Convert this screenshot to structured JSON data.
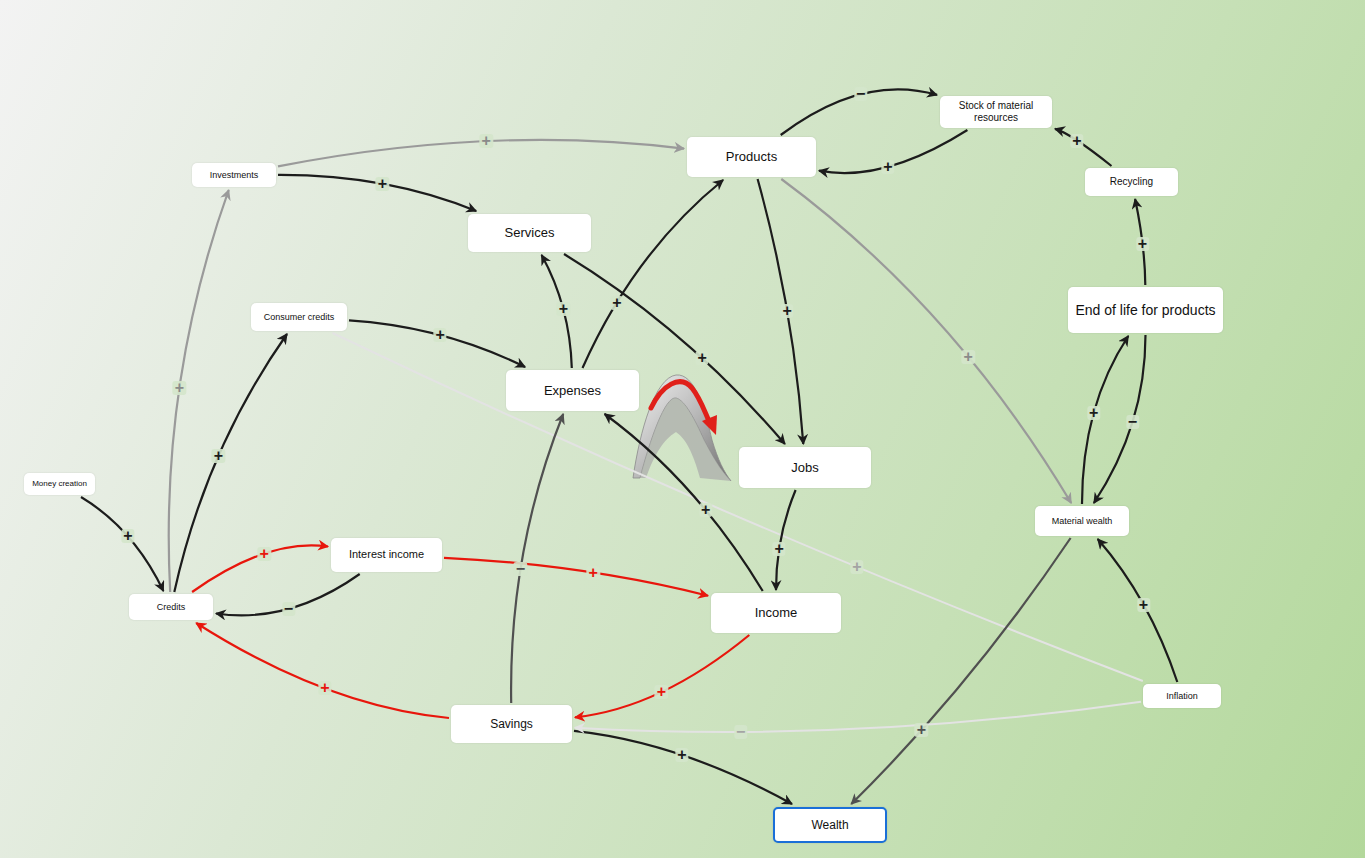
{
  "diagram": {
    "nodes": [
      {
        "text": [
          "Stock of material resources"
        ]
      },
      {
        "text": [
          "Products"
        ]
      },
      {
        "text": [
          "Investments"
        ]
      },
      {
        "text": [
          "Recycling"
        ]
      },
      {
        "text": [
          "Services"
        ]
      },
      {
        "text": [
          "End of life for products"
        ]
      },
      {
        "text": [
          "Consumer credits"
        ]
      },
      {
        "text": [
          "Expenses"
        ]
      },
      {
        "text": [
          "Jobs"
        ]
      },
      {
        "text": [
          "Money creation"
        ]
      },
      {
        "text": [
          "Material wealth"
        ]
      },
      {
        "text": [
          "Interest income"
        ]
      },
      {
        "text": [
          "Credits"
        ]
      },
      {
        "text": [
          "Income"
        ]
      },
      {
        "text": [
          "Inflation"
        ]
      },
      {
        "text": [
          "Savings"
        ]
      },
      {
        "text": [
          "Wealth"
        ]
      }
    ],
    "edges": [
      {
        "from": 1,
        "to": 0,
        "label": "−",
        "arrow": "to"
      },
      {
        "from": 0,
        "to": 1,
        "label": "+",
        "arrow": "to"
      },
      {
        "from": 2,
        "to": 1,
        "label": "+",
        "arrow": "to"
      },
      {
        "from": 2,
        "to": 4,
        "label": "+",
        "arrow": "to"
      },
      {
        "from": 3,
        "to": 0,
        "label": "+",
        "arrow": "to"
      },
      {
        "from": 5,
        "to": 3,
        "label": "+",
        "arrow": "to"
      },
      {
        "from": 10,
        "to": 5,
        "label": "+",
        "arrow": "to"
      },
      {
        "from": 5,
        "to": 10,
        "label": "−",
        "arrow": "to"
      },
      {
        "from": 7,
        "to": 4,
        "label": "+",
        "arrow": "to"
      },
      {
        "from": 7,
        "to": 1,
        "label": "+",
        "arrow": "to"
      },
      {
        "from": 4,
        "to": 8,
        "label": "+",
        "arrow": "to"
      },
      {
        "from": 1,
        "to": 8,
        "label": "+",
        "arrow": "to"
      },
      {
        "from": 1,
        "to": 10,
        "label": "+",
        "arrow": "to"
      },
      {
        "from": 6,
        "to": 7,
        "label": "+",
        "arrow": "to"
      },
      {
        "from": 6,
        "to": 14,
        "label": "+",
        "arrow": "none"
      },
      {
        "from": 12,
        "to": 2,
        "label": "+",
        "arrow": "to"
      },
      {
        "from": 12,
        "to": 6,
        "label": "+",
        "arrow": "to"
      },
      {
        "from": 9,
        "to": 12,
        "label": "+",
        "arrow": "to"
      },
      {
        "from": 12,
        "to": 11,
        "label": "+",
        "arrow": "to"
      },
      {
        "from": 11,
        "to": 12,
        "label": "−",
        "arrow": "to"
      },
      {
        "from": 11,
        "to": 13,
        "label": "+",
        "arrow": "to"
      },
      {
        "from": 8,
        "to": 13,
        "label": "+",
        "arrow": "to"
      },
      {
        "from": 13,
        "to": 7,
        "label": "+",
        "arrow": "to"
      },
      {
        "from": 13,
        "to": 15,
        "label": "+",
        "arrow": "to"
      },
      {
        "from": 15,
        "to": 12,
        "label": "+",
        "arrow": "to"
      },
      {
        "from": 15,
        "to": 7,
        "label": "−",
        "arrow": "to"
      },
      {
        "from": 15,
        "to": 16,
        "label": "+",
        "arrow": "to"
      },
      {
        "from": 10,
        "to": 16,
        "label": "+",
        "arrow": "to"
      },
      {
        "from": 14,
        "to": 10,
        "label": "+",
        "arrow": "to"
      },
      {
        "from": 14,
        "to": 15,
        "label": "−",
        "arrow": "to"
      }
    ]
  }
}
